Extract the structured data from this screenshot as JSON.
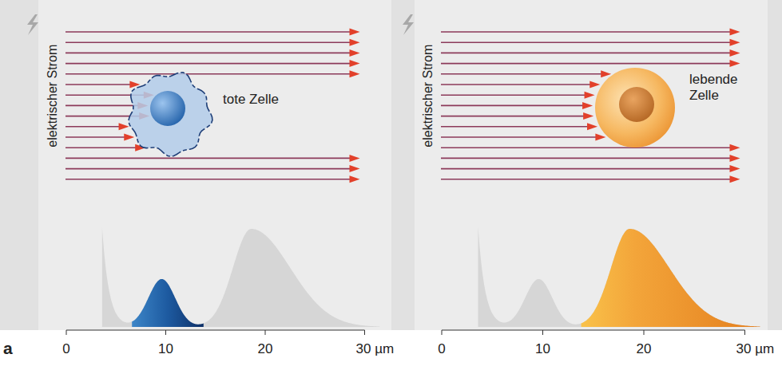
{
  "diagram": {
    "labels": [
      "elektrischer Strom",
      "tote Zelle",
      "0",
      "10",
      "20",
      "30 µm",
      "elektrischer Strom",
      "lebende Zelle",
      "0",
      "10",
      "20",
      "30 µm",
      "a"
    ]
  }
}
